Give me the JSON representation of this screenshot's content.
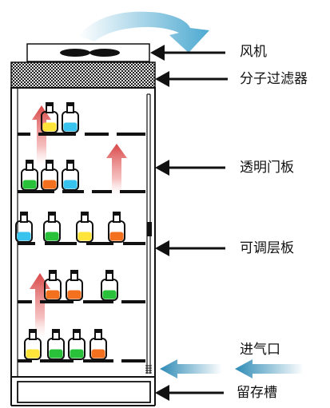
{
  "labels": {
    "fan": "风机",
    "molecular_filter": "分子过滤器",
    "transparent_door": "透明门板",
    "adjustable_shelf": "可调层板",
    "air_inlet": "进气口",
    "storage_tank": "留存槽"
  },
  "colors": {
    "outline": "#111111",
    "bottle_yellow": "#ffe53a",
    "bottle_cyan": "#38c2ee",
    "bottle_green": "#29c13a",
    "bottle_orange": "#f3701f",
    "flow_arrow_red": "#e04848",
    "inlet_arrow_blue": "#2d8ab5",
    "fan_arrow_blue": "#3aa0cc"
  },
  "shelves": [
    {
      "level": 1,
      "bottles": [
        "yellow",
        "cyan"
      ]
    },
    {
      "level": 2,
      "bottles": [
        "green",
        "orange",
        "cyan"
      ]
    },
    {
      "level": 3,
      "bottles": [
        "cyan",
        "green",
        "yellow",
        "orange"
      ]
    },
    {
      "level": 4,
      "bottles": [
        "orange",
        "orange",
        "green"
      ]
    },
    {
      "level": 5,
      "bottles": [
        "yellow",
        "green",
        "green",
        "orange"
      ]
    }
  ]
}
